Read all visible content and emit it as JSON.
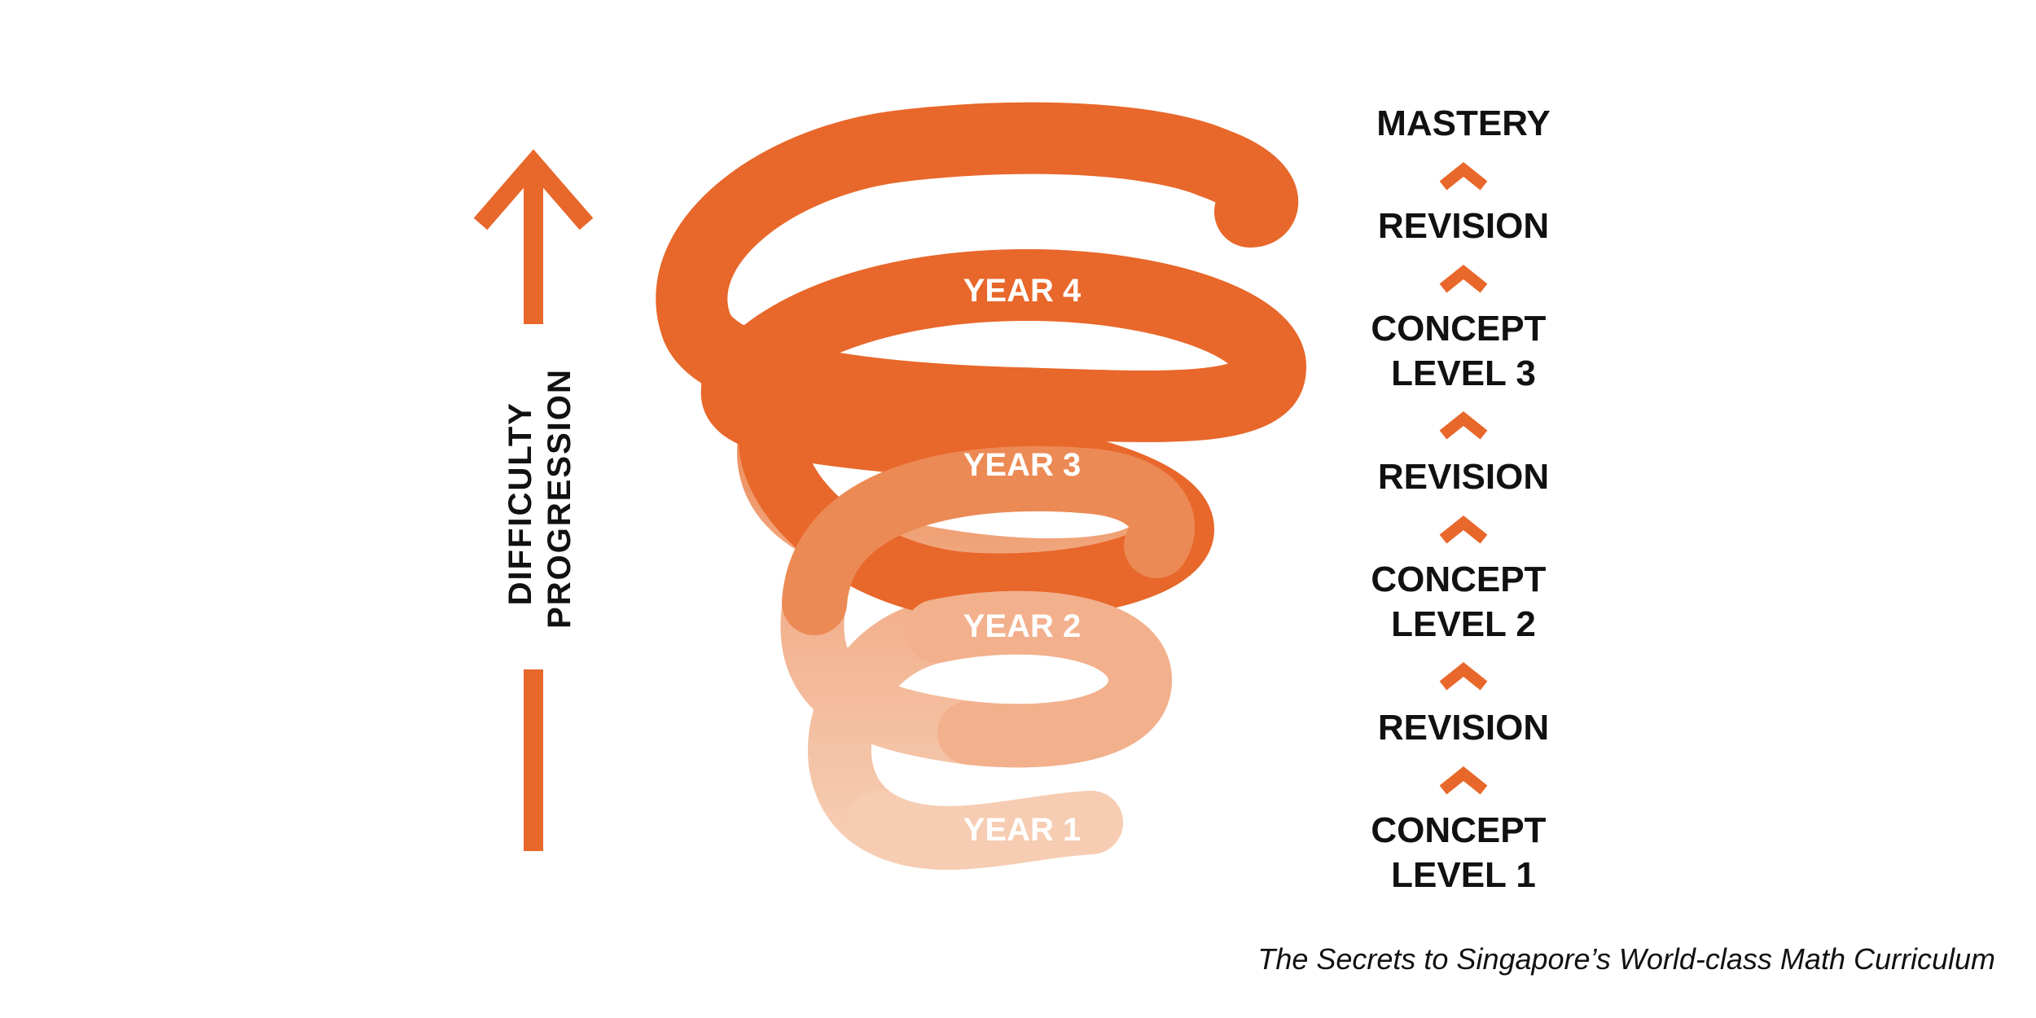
{
  "colors": {
    "orange_dark": "#E8672A",
    "orange_mid": "#EC8A55",
    "orange_light": "#F2B08C",
    "orange_pale": "#F6CDB3",
    "text": "#111111",
    "on_orange_text": "#FFFFFF"
  },
  "axis": {
    "line1": "DIFFICULTY",
    "line2": "PROGRESSION",
    "arrow_icon": "arrow-up-icon"
  },
  "spiral": {
    "years": [
      "YEAR 4",
      "YEAR 3",
      "YEAR 2",
      "YEAR 1"
    ]
  },
  "stages": [
    {
      "lines": [
        "MASTERY"
      ]
    },
    {
      "lines": [
        "REVISION"
      ]
    },
    {
      "lines": [
        "CONCEPT",
        "LEVEL 3"
      ]
    },
    {
      "lines": [
        "REVISION"
      ]
    },
    {
      "lines": [
        "CONCEPT",
        "LEVEL 2"
      ]
    },
    {
      "lines": [
        "REVISION"
      ]
    },
    {
      "lines": [
        "CONCEPT",
        "LEVEL 1"
      ]
    }
  ],
  "chevron_icon": "chevron-up-icon",
  "caption": "The Secrets to Singapore’s World-class Math Curriculum"
}
